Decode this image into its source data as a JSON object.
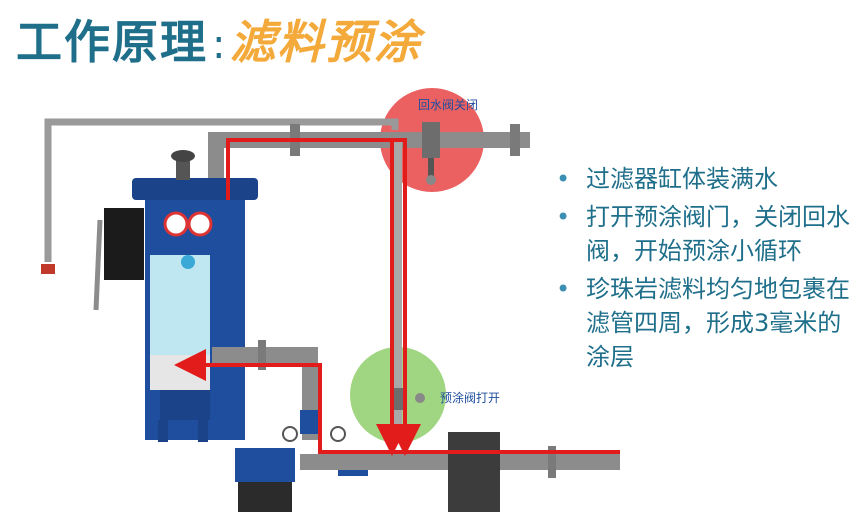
{
  "title": {
    "main": "工作原理",
    "separator": ":",
    "sub": "滤料预涂"
  },
  "labels": {
    "return_valve": "回水阀关闭",
    "precoat_valve": "预涂阀打开"
  },
  "bullets": [
    "过滤器缸体装满水",
    "打开预涂阀门，关闭回水阀，开始预涂小循环",
    "珍珠岩滤料均匀地包裹在滤管四周，形成3毫米的涂层"
  ],
  "colors": {
    "title": "#1f6f8b",
    "subtitle": "#f4a93b",
    "flow_arrow": "#e21b1b",
    "tank": "#1f4e9e",
    "return_valve_highlight": "#e84545",
    "precoat_valve_highlight": "#8fce6b"
  }
}
